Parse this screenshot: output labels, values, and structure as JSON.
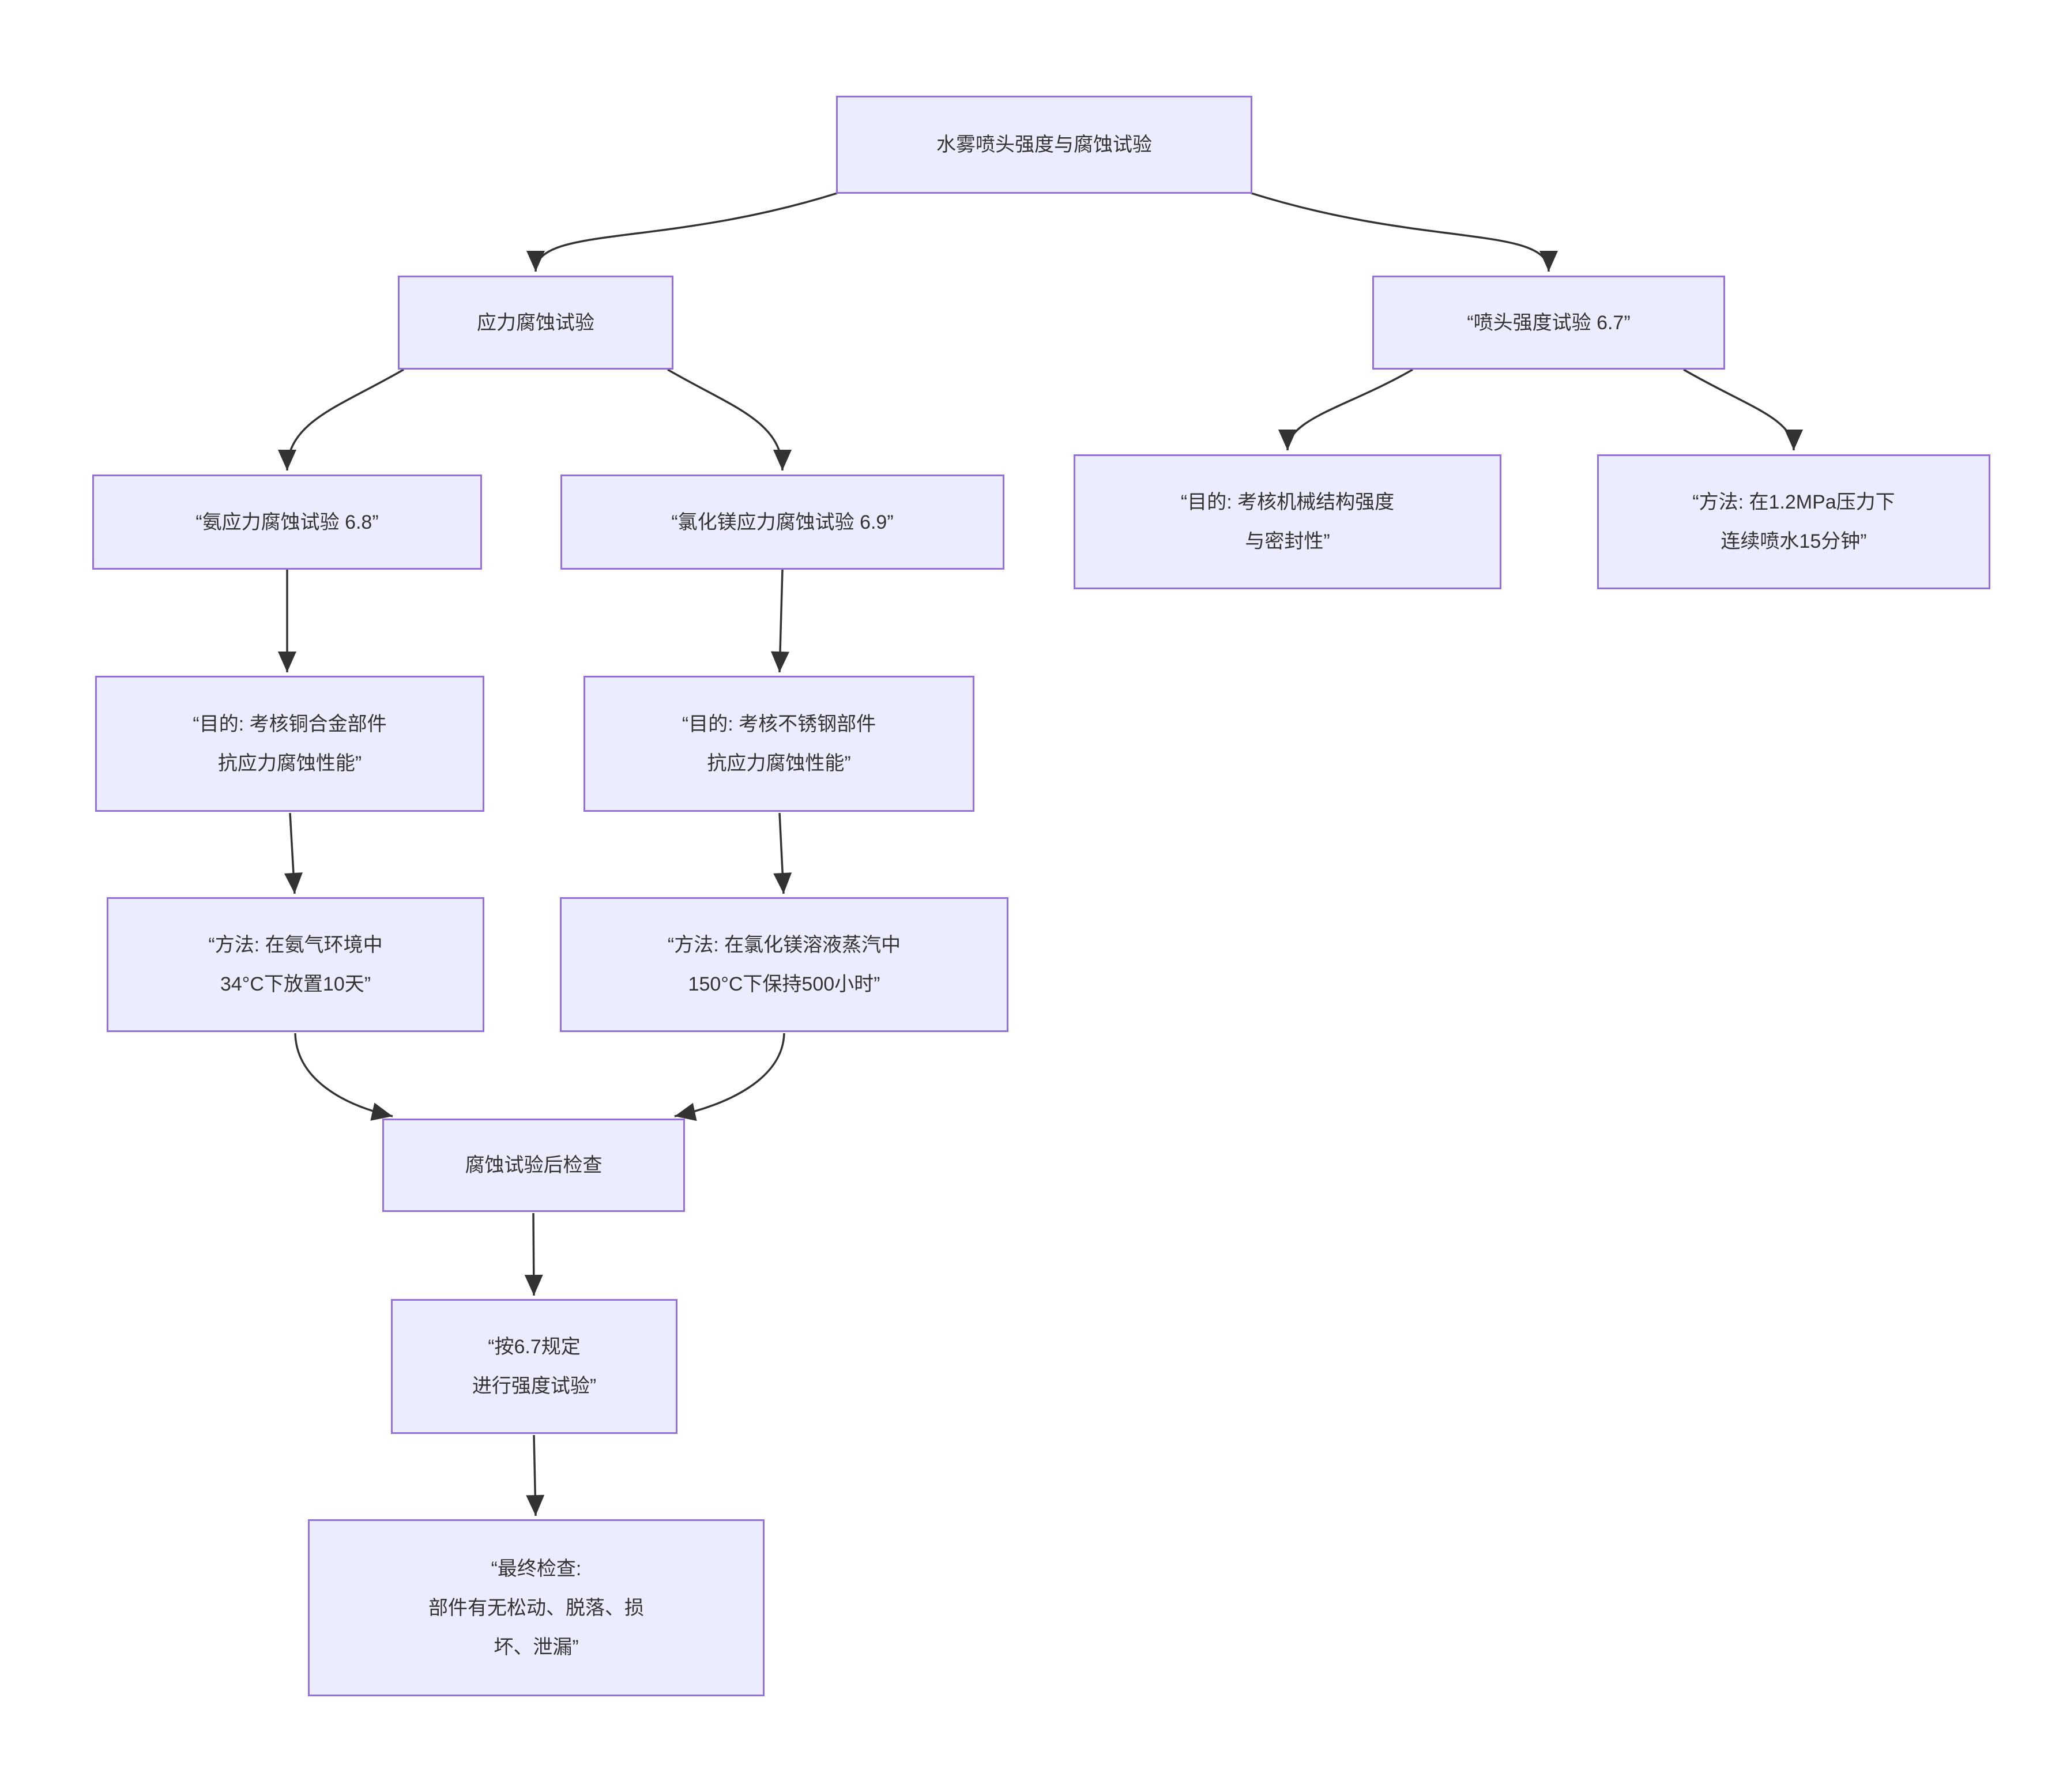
{
  "diagram": {
    "type": "flowchart",
    "colors": {
      "node_fill": "#ECECFF",
      "node_border": "#9370DB",
      "edge": "#333333",
      "text": "#333333",
      "background": "#FFFFFF"
    },
    "nodes": {
      "root": {
        "label": "水雾喷头强度与腐蚀试验"
      },
      "stress": {
        "label": "应力腐蚀试验"
      },
      "strength67": {
        "label": "“喷头强度试验 6.7”"
      },
      "ammonia68": {
        "label": "“氨应力腐蚀试验 6.8”"
      },
      "mgcl69": {
        "label": "“氯化镁应力腐蚀试验 6.9”"
      },
      "purpose_mech": {
        "label": "“目的: 考核机械结构强度\n与密封性”"
      },
      "method_water": {
        "label": "“方法: 在1.2MPa压力下\n连续喷水15分钟”"
      },
      "purpose_copper": {
        "label": "“目的: 考核铜合金部件\n抗应力腐蚀性能”"
      },
      "purpose_steel": {
        "label": "“目的: 考核不锈钢部件\n抗应力腐蚀性能”"
      },
      "method_ammonia": {
        "label": "“方法: 在氨气环境中\n34°C下放置10天”"
      },
      "method_mgcl": {
        "label": "“方法: 在氯化镁溶液蒸汽中\n150°C下保持500小时”"
      },
      "inspection": {
        "label": "腐蚀试验后检查"
      },
      "strength_test": {
        "label": "“按6.7规定\n进行强度试验”"
      },
      "final_check": {
        "label": "“最终检查:\n部件有无松动、脱落、损\n坏、泄漏”"
      }
    },
    "edges": [
      {
        "from": "root",
        "to": "stress"
      },
      {
        "from": "root",
        "to": "strength67"
      },
      {
        "from": "stress",
        "to": "ammonia68"
      },
      {
        "from": "stress",
        "to": "mgcl69"
      },
      {
        "from": "strength67",
        "to": "purpose_mech"
      },
      {
        "from": "strength67",
        "to": "method_water"
      },
      {
        "from": "ammonia68",
        "to": "purpose_copper"
      },
      {
        "from": "mgcl69",
        "to": "purpose_steel"
      },
      {
        "from": "purpose_copper",
        "to": "method_ammonia"
      },
      {
        "from": "purpose_steel",
        "to": "method_mgcl"
      },
      {
        "from": "method_ammonia",
        "to": "inspection"
      },
      {
        "from": "method_mgcl",
        "to": "inspection"
      },
      {
        "from": "inspection",
        "to": "strength_test"
      },
      {
        "from": "strength_test",
        "to": "final_check"
      }
    ]
  }
}
